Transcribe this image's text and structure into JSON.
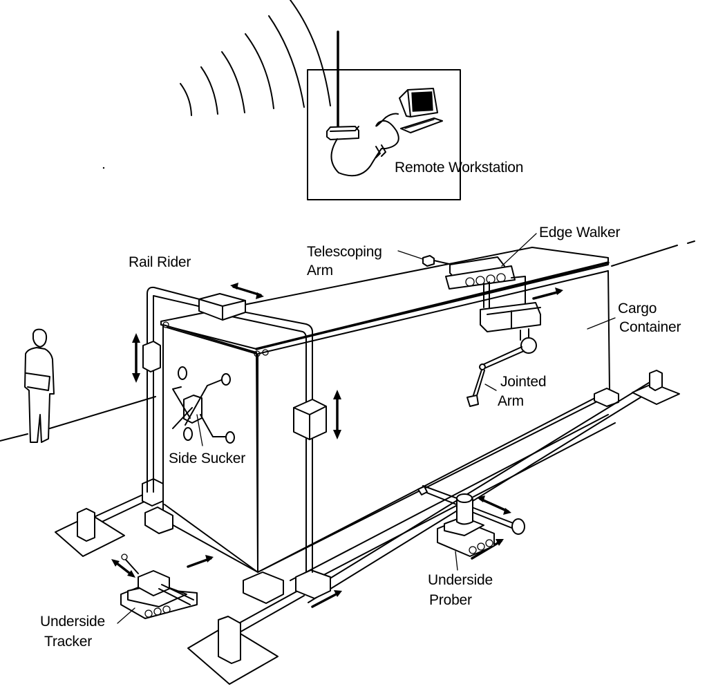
{
  "diagram": {
    "title": "Robotic cargo container inspection system",
    "colors": {
      "ink": "#000000",
      "paper": "#ffffff"
    },
    "labels": {
      "remote_workstation": "Remote Workstation",
      "rail_rider": "Rail Rider",
      "telescoping_arm_line1": "Telescoping",
      "telescoping_arm_line2": "Arm",
      "edge_walker": "Edge Walker",
      "cargo_container_line1": "Cargo",
      "cargo_container_line2": "Container",
      "jointed_arm_line1": "Jointed",
      "jointed_arm_line2": "Arm",
      "side_sucker": "Side Sucker",
      "underside_tracker_line1": "Underside",
      "underside_tracker_line2": "Tracker",
      "underside_prober_line1": "Underside",
      "underside_prober_line2": "Prober"
    },
    "components": [
      "radio-antenna",
      "radio-transceiver",
      "computer-workstation",
      "cargo-container",
      "rail-rider",
      "telescoping-arm",
      "edge-walker",
      "jointed-arm",
      "side-sucker",
      "underside-tracker",
      "underside-prober",
      "ground-rails",
      "rail-anchors",
      "operator-figure"
    ]
  }
}
